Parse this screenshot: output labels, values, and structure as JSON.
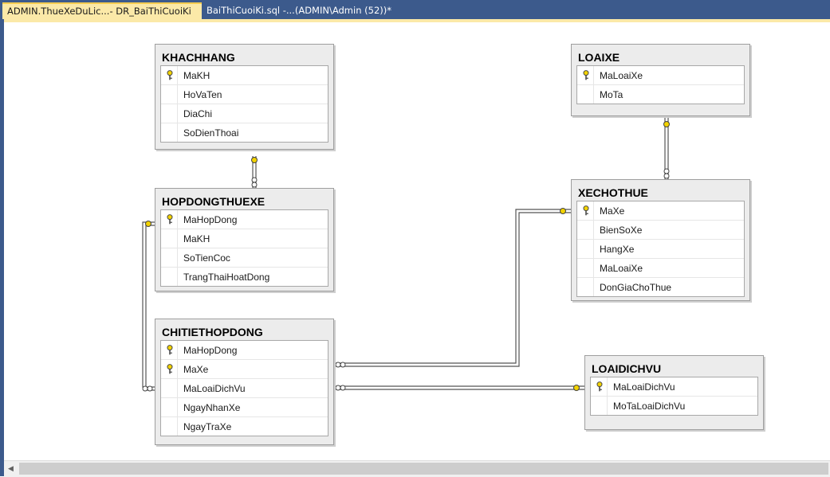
{
  "tabs": [
    {
      "label": "ADMIN.ThueXeDuLic...- DR_BaiThiCuoiKi",
      "active": true
    },
    {
      "label": "BaiThiCuoiKi.sql -...(ADMIN\\Admin (52))*",
      "active": false
    }
  ],
  "tables": {
    "khachhang": {
      "name": "KHACHHANG",
      "columns": [
        {
          "name": "MaKH",
          "key": true
        },
        {
          "name": "HoVaTen",
          "key": false
        },
        {
          "name": "DiaChi",
          "key": false
        },
        {
          "name": "SoDienThoai",
          "key": false
        }
      ]
    },
    "hopdongthuexe": {
      "name": "HOPDONGTHUEXE",
      "columns": [
        {
          "name": "MaHopDong",
          "key": true
        },
        {
          "name": "MaKH",
          "key": false
        },
        {
          "name": "SoTienCoc",
          "key": false
        },
        {
          "name": "TrangThaiHoatDong",
          "key": false
        }
      ]
    },
    "chitiethopdong": {
      "name": "CHITIETHOPDONG",
      "columns": [
        {
          "name": "MaHopDong",
          "key": true
        },
        {
          "name": "MaXe",
          "key": true
        },
        {
          "name": "MaLoaiDichVu",
          "key": false
        },
        {
          "name": "NgayNhanXe",
          "key": false
        },
        {
          "name": "NgayTraXe",
          "key": false
        }
      ]
    },
    "loaixe": {
      "name": "LOAIXE",
      "columns": [
        {
          "name": "MaLoaiXe",
          "key": true
        },
        {
          "name": "MoTa",
          "key": false
        }
      ]
    },
    "xechothue": {
      "name": "XECHOTHUE",
      "columns": [
        {
          "name": "MaXe",
          "key": true
        },
        {
          "name": "BienSoXe",
          "key": false
        },
        {
          "name": "HangXe",
          "key": false
        },
        {
          "name": "MaLoaiXe",
          "key": false
        },
        {
          "name": "DonGiaChoThue",
          "key": false
        }
      ]
    },
    "loaidichvu": {
      "name": "LOAIDICHVU",
      "columns": [
        {
          "name": "MaLoaiDichVu",
          "key": true
        },
        {
          "name": "MoTaLoaiDichVu",
          "key": false
        }
      ]
    }
  },
  "colors": {
    "tab_bar": "#3c5a8c",
    "active_tab": "#fbe9a8",
    "key_icon": "#f2d200"
  },
  "scrollbar": {
    "left_arrow": "◀"
  }
}
